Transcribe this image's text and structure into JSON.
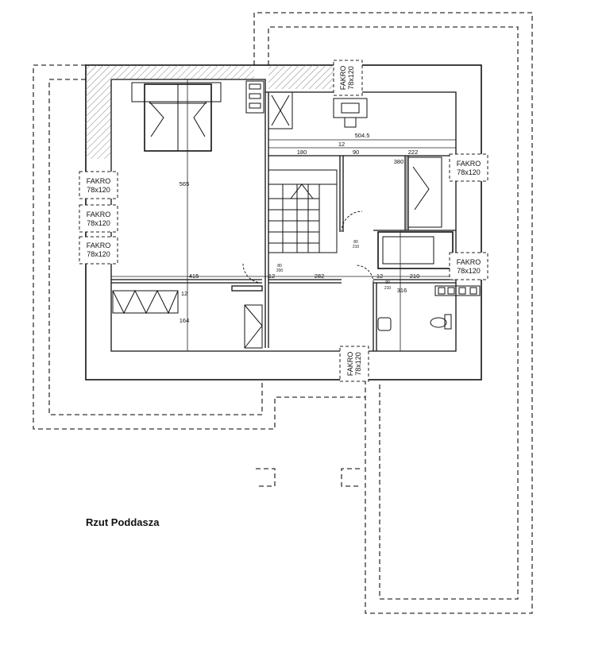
{
  "caption": "Rzut Poddasza",
  "windows": [
    {
      "name": "FAKRO",
      "size": "78x120"
    },
    {
      "name": "FAKRO",
      "size": "78x120"
    },
    {
      "name": "FAKRO",
      "size": "78x120"
    },
    {
      "name": "FAKRO",
      "size": "78x120"
    },
    {
      "name": "FAKRO",
      "size": "78x120"
    },
    {
      "name": "FAKRO",
      "size": "78x120"
    },
    {
      "name": "FAKRO",
      "size": "78x120"
    }
  ],
  "dimensions": {
    "top_total": "504.5",
    "seg_180": "180",
    "seg_12a": "12",
    "seg_90": "90",
    "seg_222": "222",
    "v_380": "380",
    "v_565": "565",
    "h_415": "415",
    "h_282": "282",
    "h_210": "210",
    "seg_12b": "12",
    "seg_12c": "12",
    "v_12": "12",
    "v_164": "164",
    "v_316": "316",
    "door_a_top": "80",
    "door_a_bot": "200",
    "door_b_top": "80",
    "door_b_bot": "210",
    "door_c_top": "90",
    "door_c_bot": "210"
  }
}
